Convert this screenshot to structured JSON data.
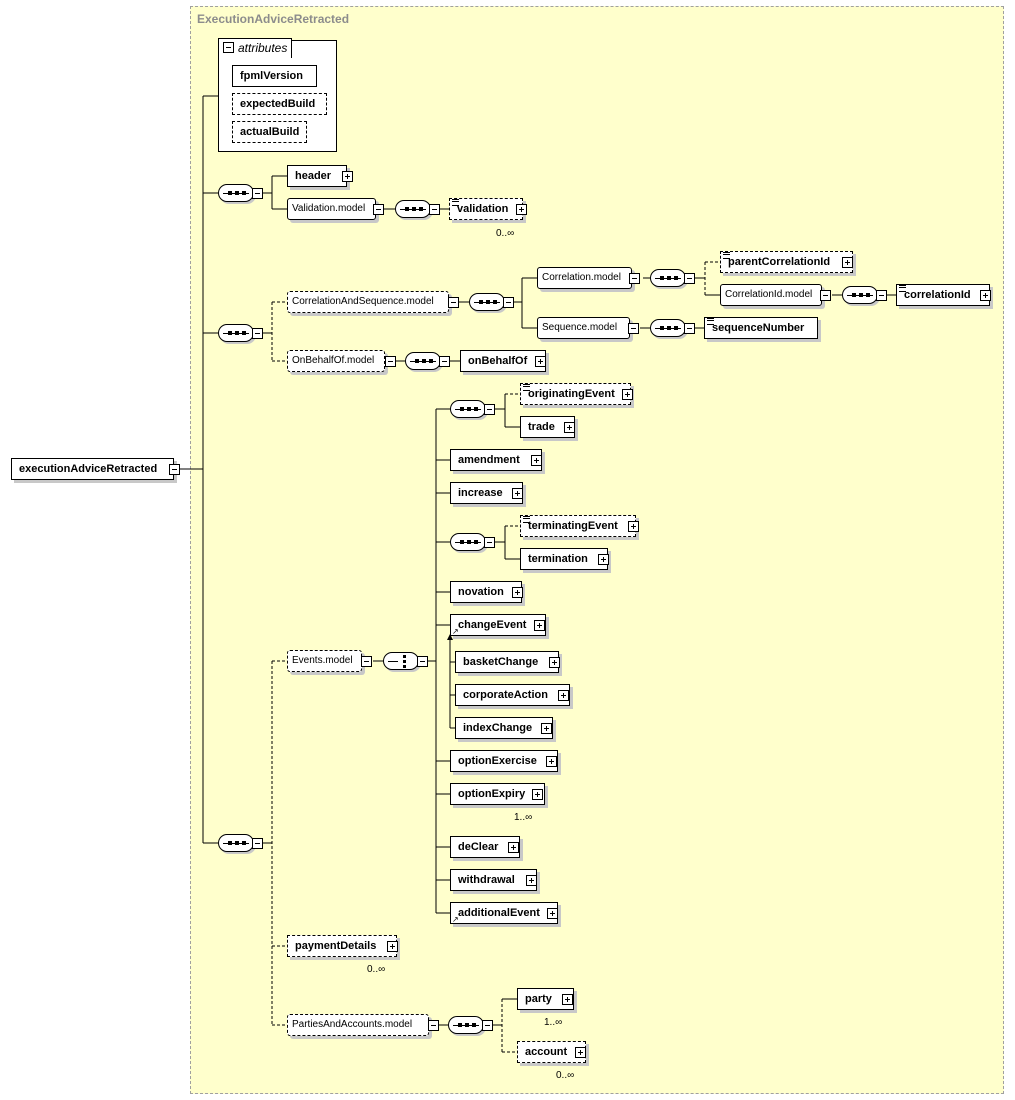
{
  "type_name": "ExecutionAdviceRetracted",
  "attributes_label": "attributes",
  "attributes": {
    "fpml_version": "fpmlVersion",
    "expected_build": "expectedBuild",
    "actual_build": "actualBuild"
  },
  "root": "executionAdviceRetracted",
  "elements": {
    "header": "header",
    "validation_model": "Validation.model",
    "validation": "validation",
    "correlation_and_sequence_model": "CorrelationAndSequence.model",
    "correlation_model": "Correlation.model",
    "parent_correlation_id": "parentCorrelationId",
    "correlation_id_model": "CorrelationId.model",
    "correlation_id": "correlationId",
    "sequence_model": "Sequence.model",
    "sequence_number": "sequenceNumber",
    "on_behalf_of_model": "OnBehalfOf.model",
    "on_behalf_of": "onBehalfOf",
    "events_model": "Events.model",
    "originating_event": "originatingEvent",
    "trade": "trade",
    "amendment": "amendment",
    "increase": "increase",
    "terminating_event": "terminatingEvent",
    "termination": "termination",
    "novation": "novation",
    "change_event": "changeEvent",
    "basket_change": "basketChange",
    "corporate_action": "corporateAction",
    "index_change": "indexChange",
    "option_exercise": "optionExercise",
    "option_expiry": "optionExpiry",
    "de_clear": "deClear",
    "withdrawal": "withdrawal",
    "additional_event": "additionalEvent",
    "payment_details": "paymentDetails",
    "parties_and_accounts_model": "PartiesAndAccounts.model",
    "party": "party",
    "account": "account"
  },
  "occurrences": {
    "validation": "0..∞",
    "option_expiry": "1..∞",
    "payment_details": "0..∞",
    "party": "1..∞",
    "account": "0..∞"
  }
}
